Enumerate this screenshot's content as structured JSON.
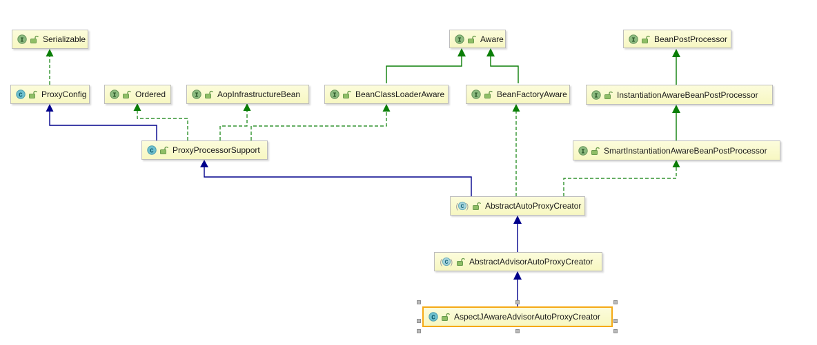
{
  "diagram": {
    "kind": "uml-class-hierarchy",
    "colors": {
      "background": "#ffffff",
      "node_fill": "#f9f9cb",
      "node_border": "#bdbdbd",
      "selection_border": "#f5a915",
      "handle_gray": "#b9b9b9",
      "extends_class_arrow": "#00008b",
      "extends_interface_arrow": "#0a7e07",
      "implements_arrow": "#0a7e07",
      "text": "#1b1b1b",
      "interface_icon_green": "#8cba7f",
      "class_icon_teal": "#6fc0ce",
      "lock_icon_green": "#8fbe66"
    }
  },
  "nodes": [
    {
      "label": "Serializable",
      "kind": "interface",
      "selected": false
    },
    {
      "label": "ProxyConfig",
      "kind": "class",
      "selected": false
    },
    {
      "label": "Ordered",
      "kind": "interface",
      "selected": false
    },
    {
      "label": "AopInfrastructureBean",
      "kind": "interface",
      "selected": false
    },
    {
      "label": "BeanClassLoaderAware",
      "kind": "interface",
      "selected": false
    },
    {
      "label": "Aware",
      "kind": "interface",
      "selected": false
    },
    {
      "label": "BeanFactoryAware",
      "kind": "interface",
      "selected": false
    },
    {
      "label": "BeanPostProcessor",
      "kind": "interface",
      "selected": false
    },
    {
      "label": "InstantiationAwareBeanPostProcessor",
      "kind": "interface",
      "selected": false
    },
    {
      "label": "SmartInstantiationAwareBeanPostProcessor",
      "kind": "interface",
      "selected": false
    },
    {
      "label": "ProxyProcessorSupport",
      "kind": "class",
      "selected": false
    },
    {
      "label": "AbstractAutoProxyCreator",
      "kind": "abstract-class",
      "selected": false
    },
    {
      "label": "AbstractAdvisorAutoProxyCreator",
      "kind": "abstract-class",
      "selected": false
    },
    {
      "label": "AspectJAwareAdvisorAutoProxyCreator",
      "kind": "class",
      "selected": true
    }
  ],
  "edges": [
    {
      "from": "ProxyConfig",
      "to": "Serializable",
      "relation": "implements",
      "line": "green-dashed"
    },
    {
      "from": "ProxyProcessorSupport",
      "to": "ProxyConfig",
      "relation": "extends",
      "line": "navy-solid"
    },
    {
      "from": "ProxyProcessorSupport",
      "to": "Ordered",
      "relation": "implements",
      "line": "green-dashed"
    },
    {
      "from": "ProxyProcessorSupport",
      "to": "AopInfrastructureBean",
      "relation": "implements",
      "line": "green-dashed"
    },
    {
      "from": "ProxyProcessorSupport",
      "to": "BeanClassLoaderAware",
      "relation": "implements",
      "line": "green-dashed"
    },
    {
      "from": "BeanClassLoaderAware",
      "to": "Aware",
      "relation": "extends",
      "line": "green-solid"
    },
    {
      "from": "BeanFactoryAware",
      "to": "Aware",
      "relation": "extends",
      "line": "green-solid"
    },
    {
      "from": "InstantiationAwareBeanPostProcessor",
      "to": "BeanPostProcessor",
      "relation": "extends",
      "line": "green-solid"
    },
    {
      "from": "SmartInstantiationAwareBeanPostProcessor",
      "to": "InstantiationAwareBeanPostProcessor",
      "relation": "extends",
      "line": "green-solid"
    },
    {
      "from": "AbstractAutoProxyCreator",
      "to": "BeanFactoryAware",
      "relation": "implements",
      "line": "green-dashed"
    },
    {
      "from": "AbstractAutoProxyCreator",
      "to": "SmartInstantiationAwareBeanPostProcessor",
      "relation": "implements",
      "line": "green-dashed"
    },
    {
      "from": "AbstractAutoProxyCreator",
      "to": "ProxyProcessorSupport",
      "relation": "extends",
      "line": "navy-solid"
    },
    {
      "from": "AbstractAdvisorAutoProxyCreator",
      "to": "AbstractAutoProxyCreator",
      "relation": "extends",
      "line": "navy-solid"
    },
    {
      "from": "AspectJAwareAdvisorAutoProxyCreator",
      "to": "AbstractAdvisorAutoProxyCreator",
      "relation": "extends",
      "line": "navy-solid"
    }
  ]
}
